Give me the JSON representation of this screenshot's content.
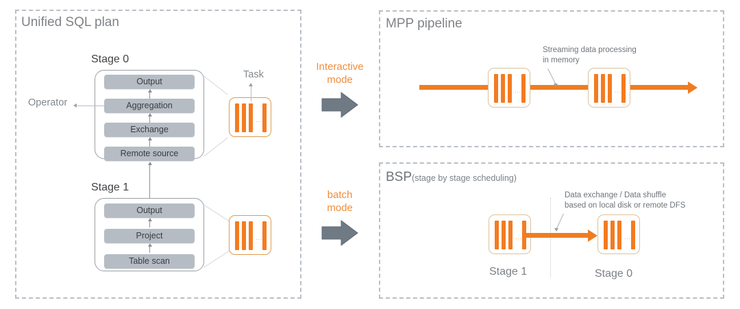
{
  "panels": {
    "left": {
      "title": "Unified SQL plan"
    },
    "mpp": {
      "title": "MPP pipeline"
    },
    "bsp": {
      "title_main": "BSP",
      "title_sub": "(stage by stage scheduling)"
    }
  },
  "plan": {
    "operator_caption": "Operator",
    "task_caption": "Task",
    "stages": [
      {
        "label": "Stage 0",
        "operators": [
          "Output",
          "Aggregation",
          "Exchange",
          "Remote source"
        ]
      },
      {
        "label": "Stage 1",
        "operators": [
          "Output",
          "Project",
          "Table scan"
        ]
      }
    ]
  },
  "modes": [
    {
      "line1": "Interactive",
      "line2": "mode"
    },
    {
      "line1": "batch",
      "line2": "mode"
    }
  ],
  "mpp": {
    "annotation_line1": "Streaming data processing",
    "annotation_line2": "in memory"
  },
  "bsp": {
    "annotation_line1": "Data exchange / Data shuffle",
    "annotation_line2": "based on local disk or remote DFS",
    "stage_left": "Stage 1",
    "stage_right": "Stage 0"
  },
  "task_icon": {
    "dots": "..."
  },
  "colors": {
    "accent_orange": "#f47b20",
    "flow_orange": "#ee7d22",
    "mode_orange": "#f08c3a",
    "operator_grey": "#b6bcc4",
    "panel_border": "#b9bfc6",
    "arrow_grey": "#6f7a85"
  }
}
